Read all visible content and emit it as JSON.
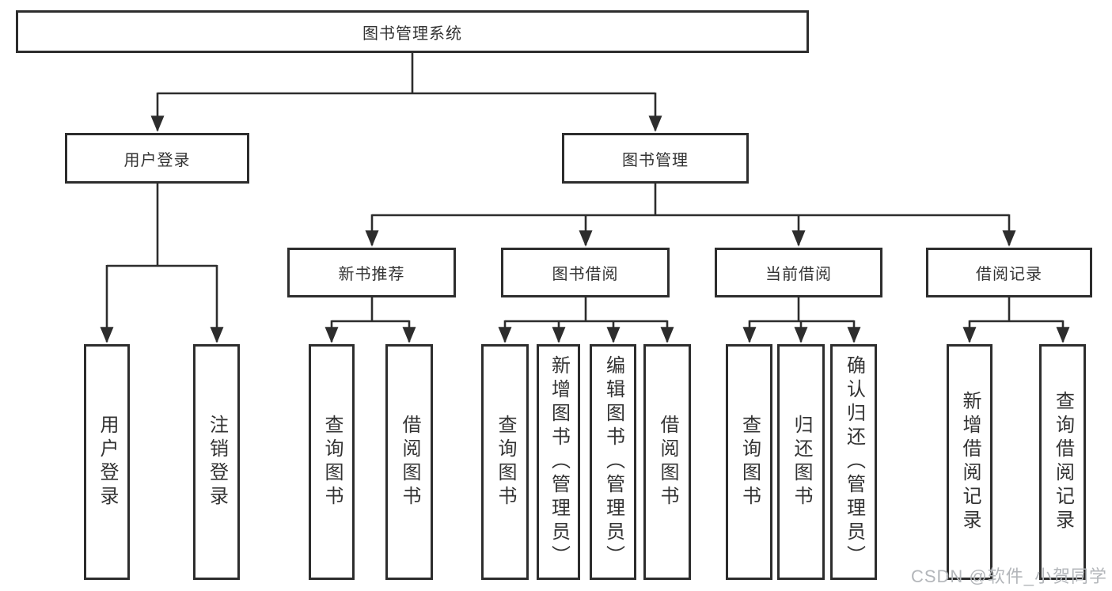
{
  "diagram": {
    "tree": {
      "label": "图书管理系统",
      "children": [
        {
          "label": "用户登录",
          "children": [
            {
              "label": "用户登录"
            },
            {
              "label": "注销登录"
            }
          ]
        },
        {
          "label": "图书管理",
          "children": [
            {
              "label": "新书推荐",
              "children": [
                {
                  "label": "查询图书"
                },
                {
                  "label": "借阅图书"
                }
              ]
            },
            {
              "label": "图书借阅",
              "children": [
                {
                  "label": "查询图书"
                },
                {
                  "label": "新增图书（管理员）"
                },
                {
                  "label": "编辑图书（管理员）"
                },
                {
                  "label": "借阅图书"
                }
              ]
            },
            {
              "label": "当前借阅",
              "children": [
                {
                  "label": "查询图书"
                },
                {
                  "label": "归还图书"
                },
                {
                  "label": "确认归还（管理员）"
                }
              ]
            },
            {
              "label": "借阅记录",
              "children": [
                {
                  "label": "新增借阅记录"
                },
                {
                  "label": "查询借阅记录"
                }
              ]
            }
          ]
        }
      ]
    },
    "colors": {
      "line": "#2d2d2d",
      "box_border": "#2d2d2d",
      "text": "#333333",
      "watermark": "#b3b6ba",
      "background": "#ffffff"
    }
  },
  "watermark": {
    "text": "CSDN @软件_小贺同学"
  }
}
